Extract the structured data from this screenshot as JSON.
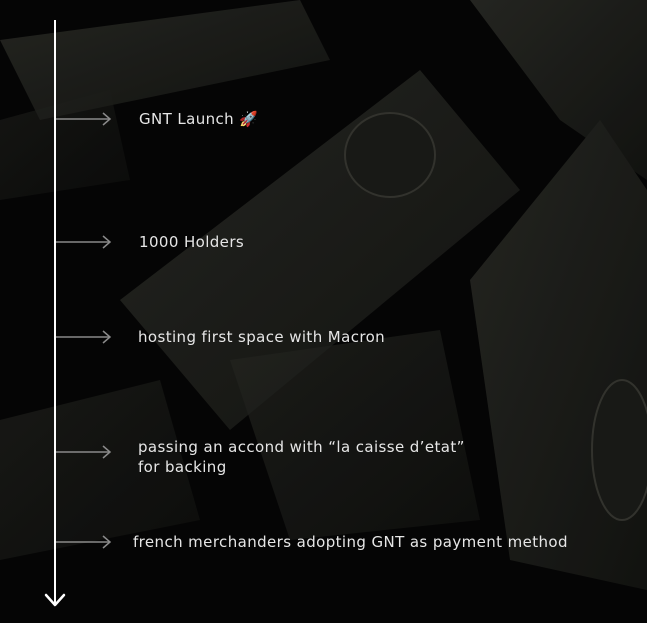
{
  "theme": {
    "background": "#050505",
    "text": "#e6e6e6",
    "line": "#ffffff",
    "arrow": "#8a8a8a"
  },
  "background_image": "dark-dollar-bills",
  "timeline": {
    "milestones": [
      {
        "text": "GNT Launch 🚀"
      },
      {
        "text": "1000 Holders"
      },
      {
        "text": "hosting first space with Macron"
      },
      {
        "text": "passing an accond with “la caisse d’etat”",
        "text2": "for backing"
      },
      {
        "text": "french merchanders adopting GNT as payment method"
      }
    ]
  }
}
